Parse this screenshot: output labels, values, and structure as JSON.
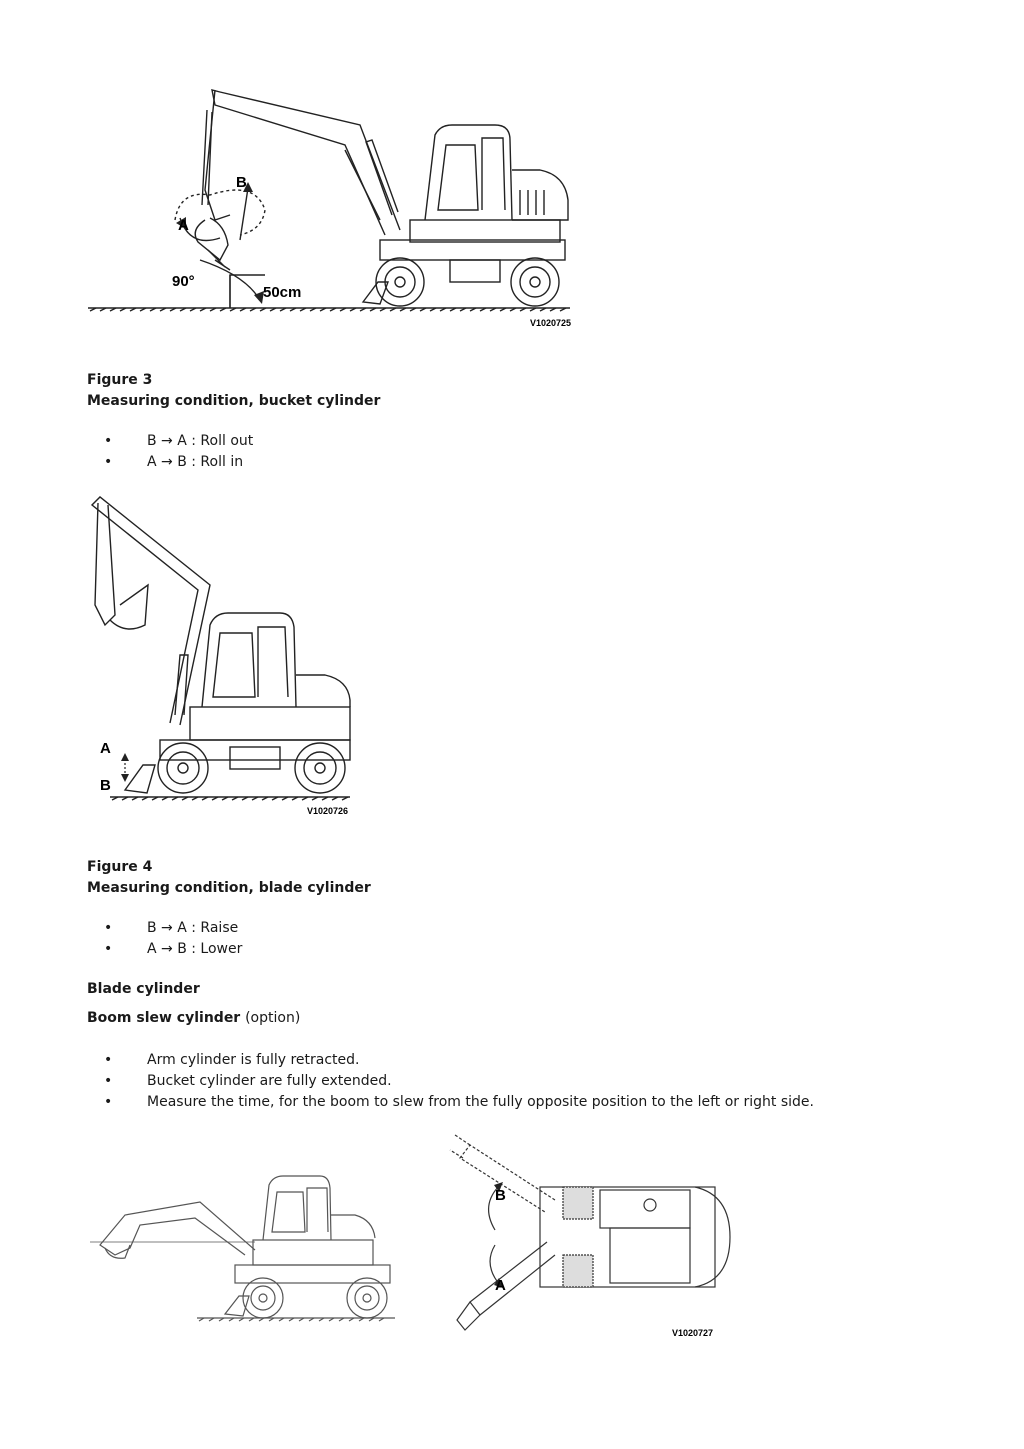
{
  "figure1": {
    "labels": {
      "a": "A",
      "b": "B",
      "angle": "90°",
      "height": "50cm"
    },
    "code": "V1020725"
  },
  "figure3": {
    "number": "Figure 3",
    "caption": "Measuring condition, bucket cylinder",
    "bullets": [
      "B → A : Roll out",
      "A → B : Roll in"
    ]
  },
  "figure2": {
    "labels": {
      "a": "A",
      "b": "B"
    },
    "code": "V1020726"
  },
  "figure4": {
    "number": "Figure 4",
    "caption": "Measuring condition, blade cylinder",
    "bullets": [
      "B → A : Raise",
      "A → B : Lower"
    ]
  },
  "blade_heading": "Blade cylinder",
  "boom_slew": {
    "heading": "Boom slew cylinder",
    "suffix": "(option)",
    "bullets": [
      "Arm cylinder is fully retracted.",
      "Bucket cylinder are fully extended.",
      "Measure the time, for the boom to slew from the fully opposite position to the left or right side."
    ]
  },
  "figure5": {
    "labels": {
      "a": "A",
      "b": "B"
    },
    "code": "V1020727"
  },
  "bullet_symbol": "•"
}
